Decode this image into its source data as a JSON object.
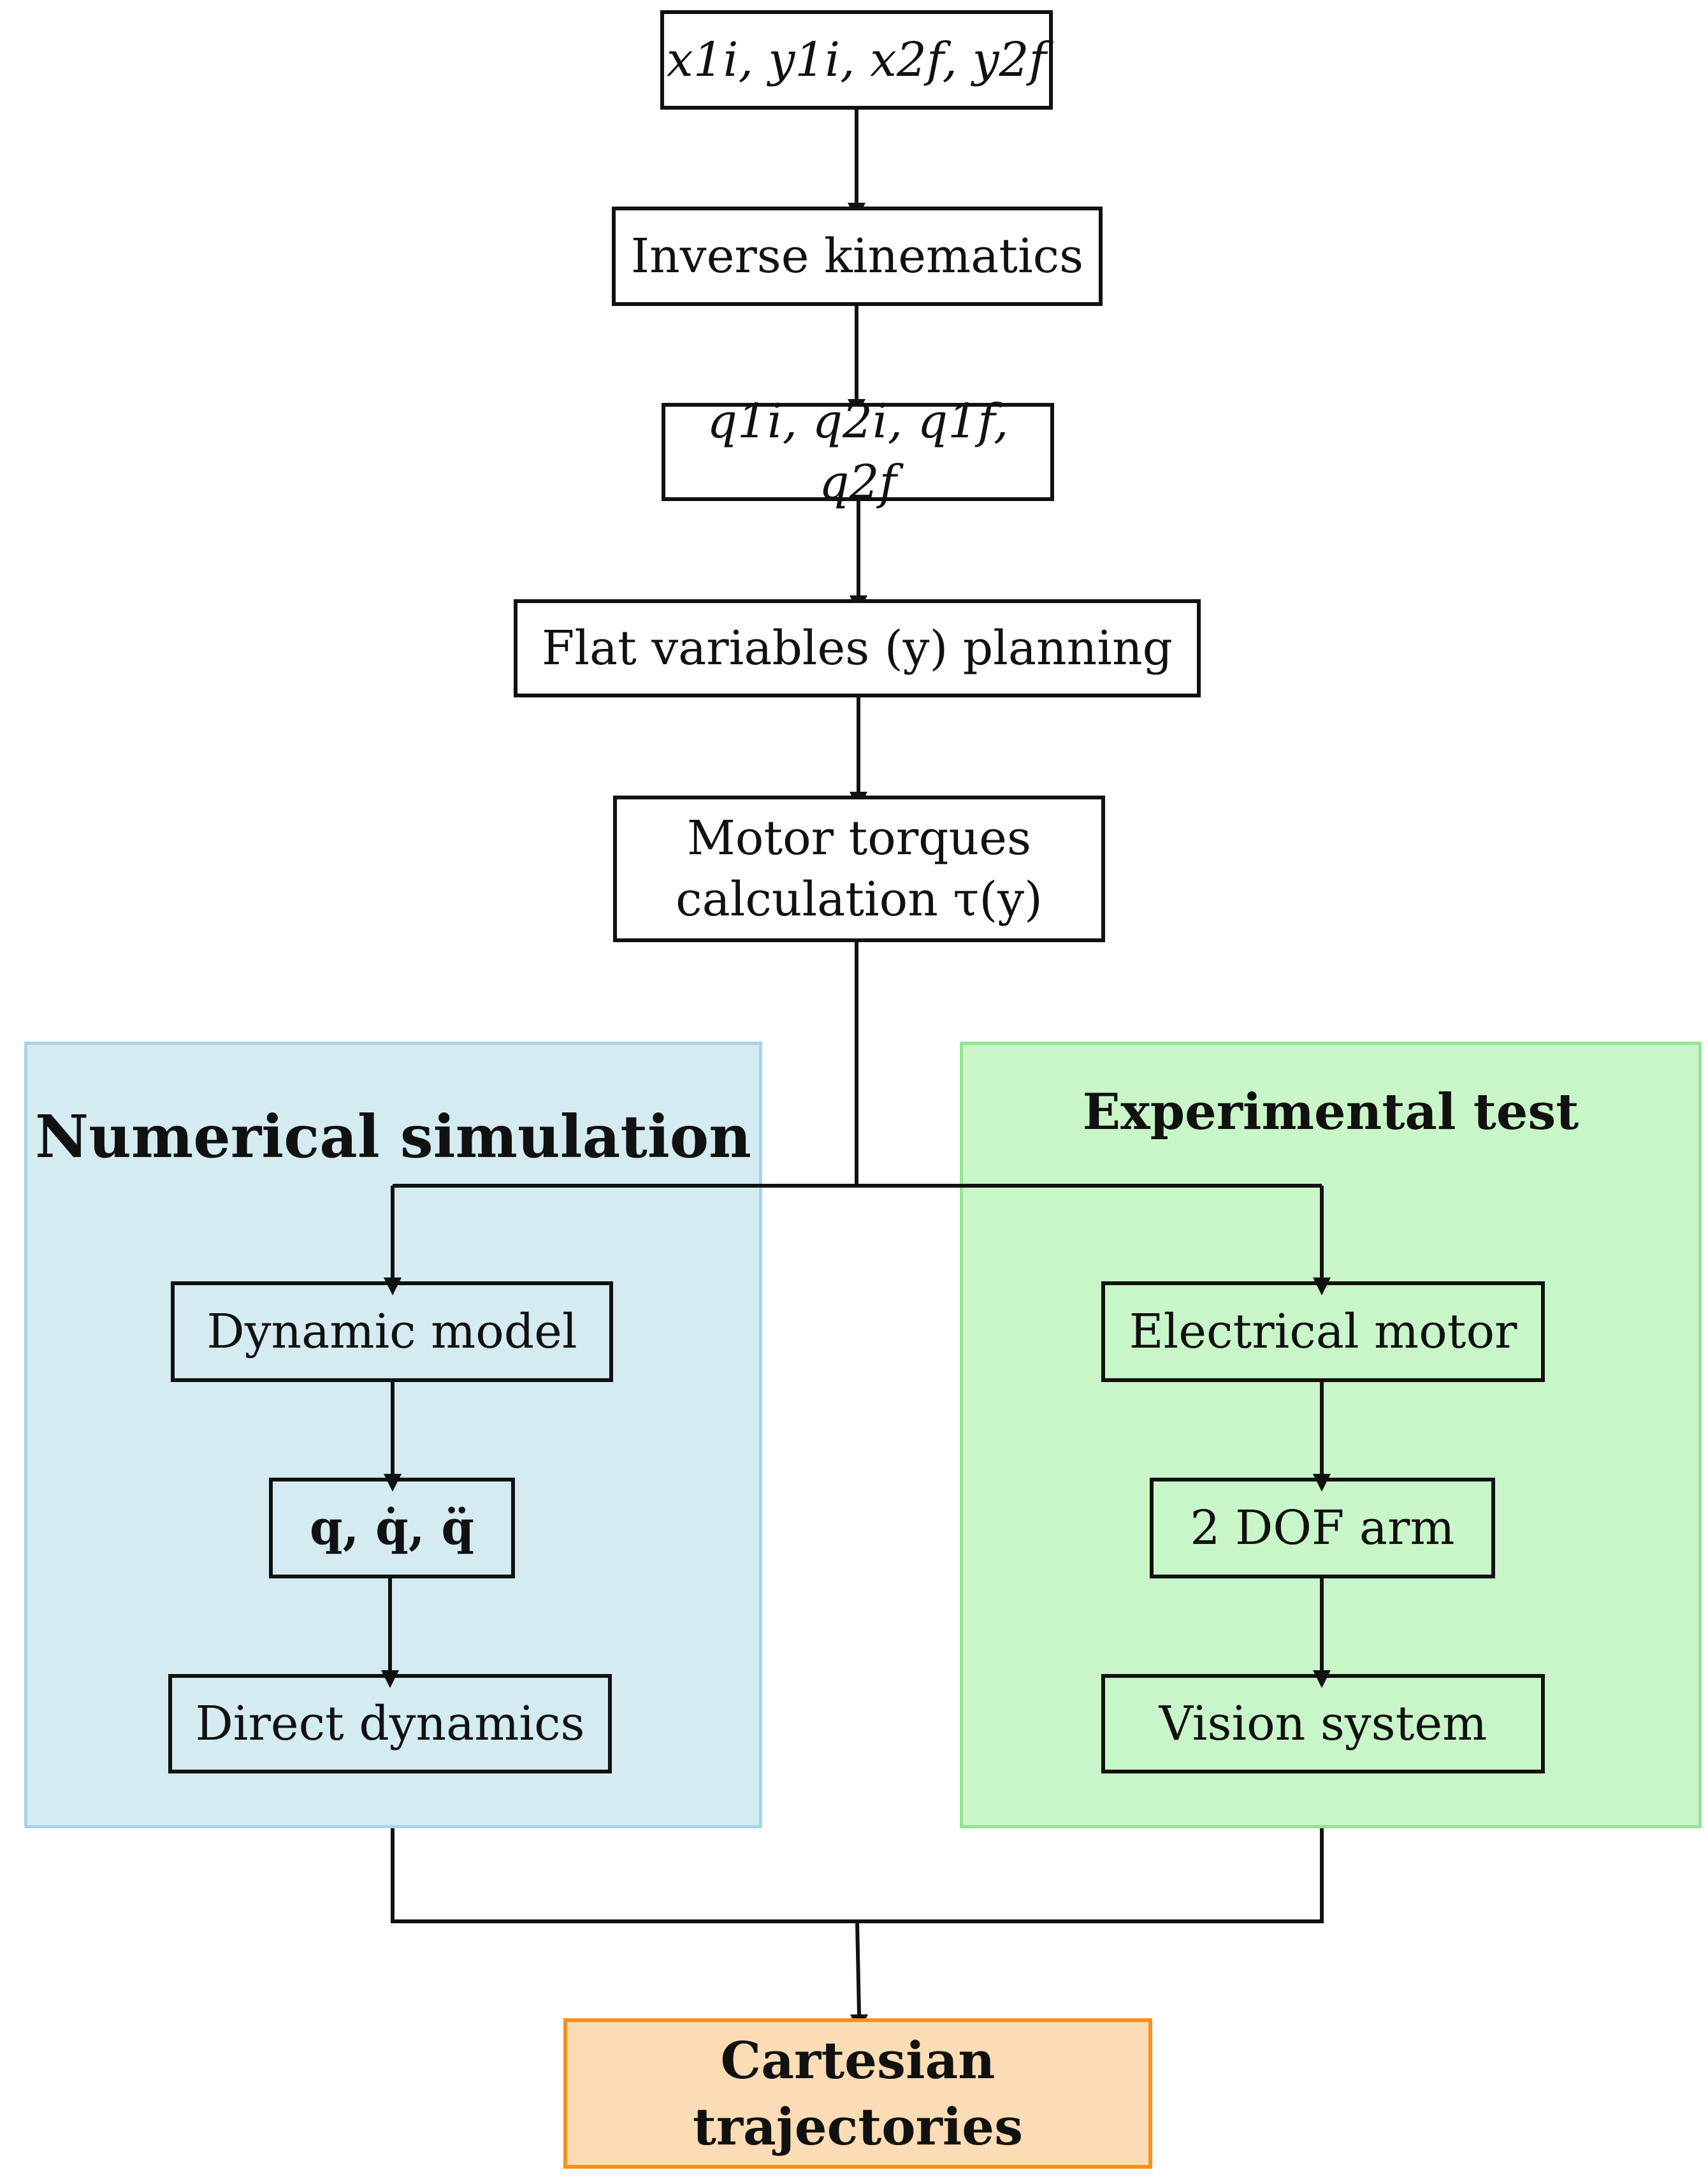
{
  "regions": {
    "simulation": {
      "title": "Numerical simulation"
    },
    "experimental": {
      "title": "Experimental test"
    }
  },
  "flow": {
    "cartesian_input": {
      "label": "x1i, y1i, x2f, y2f"
    },
    "inverse_kinematics": {
      "label": "Inverse kinematics"
    },
    "joint_positions": {
      "label": "q1i, q2i, q1f, q2f"
    },
    "flat_planning": {
      "label": "Flat variables (y) planning"
    },
    "torque_calc": {
      "line1": "Motor torques",
      "line2": "calculation τ(y)"
    }
  },
  "simulation_branch": {
    "dynamic_model": "Dynamic model",
    "joint_states": "q, q̇, q̈",
    "direct_dynamics": "Direct dynamics"
  },
  "experimental_branch": {
    "electrical_motor": "Electrical motor",
    "arm": "2 DOF arm",
    "vision_system": "Vision system"
  },
  "output": {
    "label": "Cartesian trajectories"
  },
  "colors": {
    "simulation_fill": "#d5ebf2",
    "simulation_border": "#a8d5e6",
    "experimental_fill": "#c9f6c9",
    "experimental_border": "#92e692",
    "output_fill": "#fcdcb4",
    "output_border": "#f6901e"
  }
}
